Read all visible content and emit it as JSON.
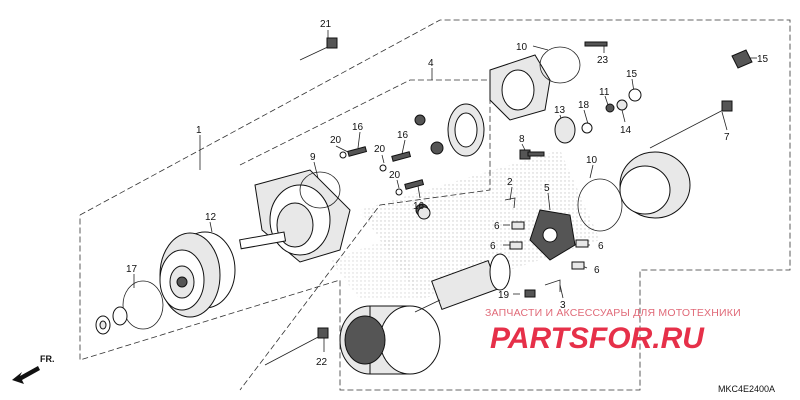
{
  "callouts": [
    "1",
    "2",
    "3",
    "4",
    "5",
    "6",
    "7",
    "8",
    "9",
    "10",
    "11",
    "12",
    "13",
    "14",
    "15",
    "16",
    "17",
    "18",
    "19",
    "20",
    "21",
    "22",
    "23"
  ],
  "watermark": {
    "top_text": "ЗАПЧАСТИ И АКСЕССУАРЫ ДЛЯ МОТОТЕХНИКИ",
    "logo_text": "PARTSFOR.RU",
    "color": "#e63049"
  },
  "diagram_code": "MKC4E2400A",
  "front_label": "FR."
}
